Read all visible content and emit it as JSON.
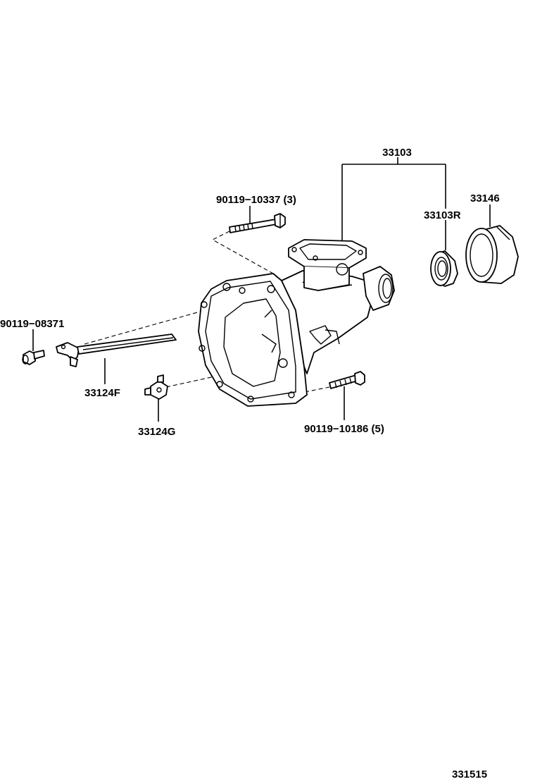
{
  "labels": {
    "assembly_33103": "33103",
    "bolt_90119_10337": "90119−10337 (3)",
    "part_33146": "33146",
    "part_33103R": "33103R",
    "bolt_90119_08371": "90119−08371",
    "part_33124F": "33124F",
    "part_33124G": "33124G",
    "bolt_90119_10186": "90119−10186 (5)",
    "diagram_id": "331515"
  }
}
